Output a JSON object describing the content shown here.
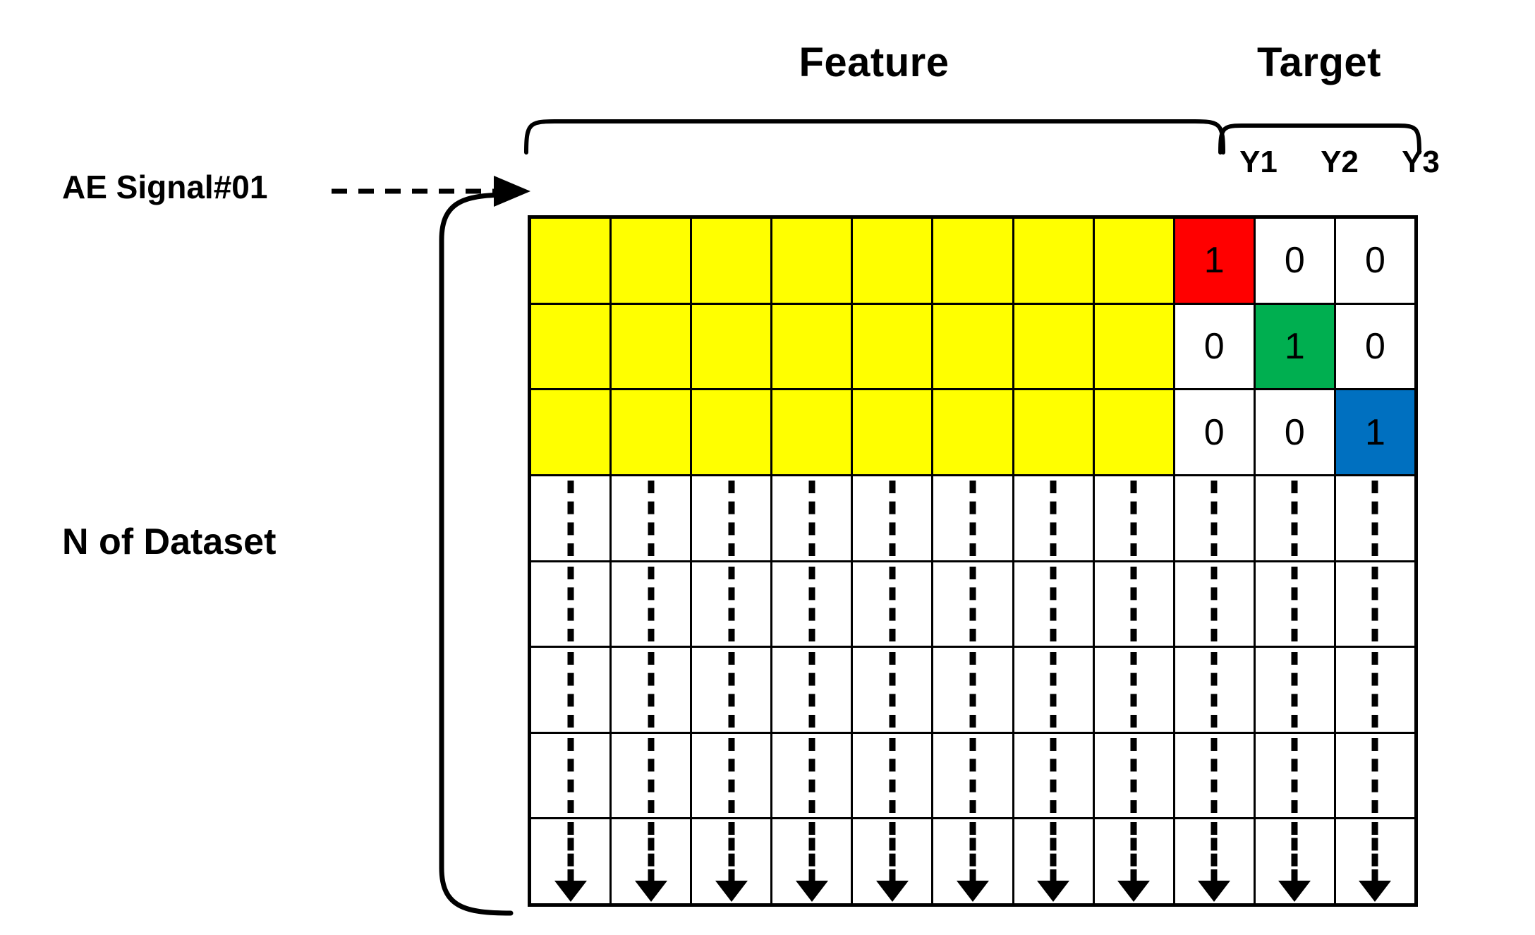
{
  "headers": {
    "feature": "Feature",
    "target": "Target"
  },
  "target_columns": [
    "Y1",
    "Y2",
    "Y3"
  ],
  "labels": {
    "row_pointer": "AE Signal#01",
    "dataset_bracket": "N of Dataset"
  },
  "colors": {
    "feature_fill": "#FFFF00",
    "y1_highlight": "#FF0000",
    "y2_highlight": "#00AF50",
    "y3_highlight": "#0070C0",
    "border": "#000000",
    "empty_fill": "#FFFFFF"
  },
  "table": {
    "feature_column_count": 8,
    "target_column_count": 3,
    "total_column_count": 11,
    "total_row_count": 8,
    "filled_row_count": 3,
    "continuation_row_count": 5,
    "rows": [
      {
        "kind": "data",
        "features": [
          "",
          "",
          "",
          "",
          "",
          "",
          "",
          ""
        ],
        "targets": [
          "1",
          "0",
          "0"
        ],
        "highlight_index": 0
      },
      {
        "kind": "data",
        "features": [
          "",
          "",
          "",
          "",
          "",
          "",
          "",
          ""
        ],
        "targets": [
          "0",
          "1",
          "0"
        ],
        "highlight_index": 1
      },
      {
        "kind": "data",
        "features": [
          "",
          "",
          "",
          "",
          "",
          "",
          "",
          ""
        ],
        "targets": [
          "0",
          "0",
          "1"
        ],
        "highlight_index": 2
      },
      {
        "kind": "continuation",
        "arrow": false
      },
      {
        "kind": "continuation",
        "arrow": false
      },
      {
        "kind": "continuation",
        "arrow": false
      },
      {
        "kind": "continuation",
        "arrow": false
      },
      {
        "kind": "continuation",
        "arrow": true
      }
    ]
  }
}
